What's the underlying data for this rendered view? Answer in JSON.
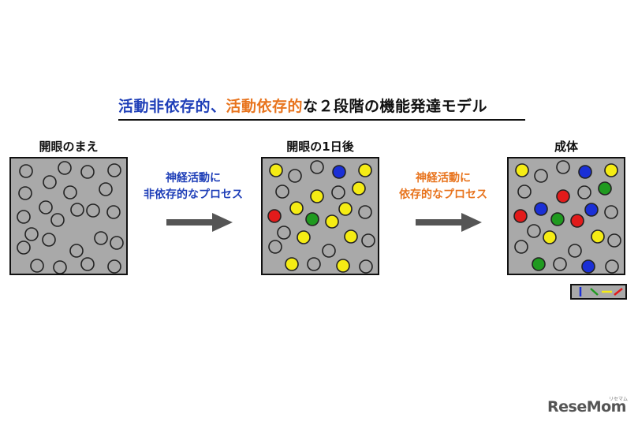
{
  "title": {
    "part1": "活動非依存的、",
    "part2": "活動依存的",
    "part3": "な２段階の機能発達モデル"
  },
  "stages": [
    {
      "label": "開眼のまえ"
    },
    {
      "label": "開眼の1日後"
    },
    {
      "label": "成体"
    }
  ],
  "processes": [
    {
      "line1": "神経活動に",
      "line2": "非依存的なプロセス",
      "color": "#1f3fb8"
    },
    {
      "line1": "神経活動に",
      "line2": "依存的なプロセス",
      "color": "#e8741e"
    }
  ],
  "colors": {
    "background_box": "#a9a9a9",
    "neutral": "#a9a9a9",
    "yellow": "#f5ec14",
    "blue": "#1a2fd6",
    "green": "#1f9a1f",
    "red": "#e21b1b",
    "arrow": "#555555"
  },
  "legend": {
    "icons": [
      "vertical-bar-blue-icon",
      "diagonal-bar-green-icon",
      "horizontal-bar-yellow-icon",
      "diagonal-bar-red-icon"
    ]
  },
  "logo": {
    "text": "ReseMom",
    "small": "リセマム"
  }
}
